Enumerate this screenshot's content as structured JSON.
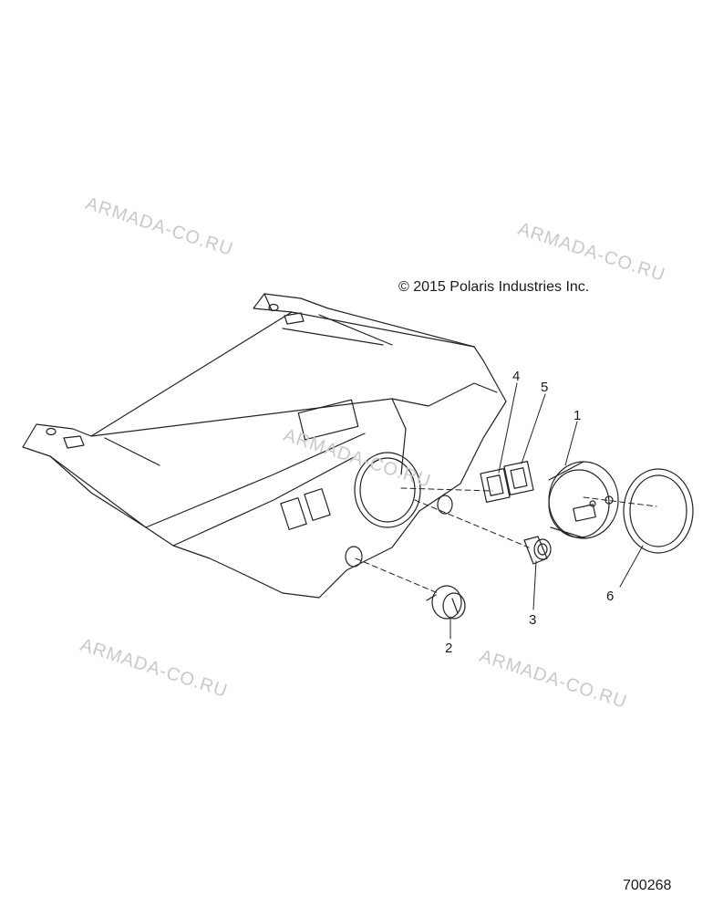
{
  "copyright": "© 2015 Polaris Industries Inc.",
  "document_number": "700268",
  "watermark_text": "ARMADA-CO.RU",
  "callouts": [
    "1",
    "2",
    "3",
    "4",
    "5",
    "6"
  ]
}
